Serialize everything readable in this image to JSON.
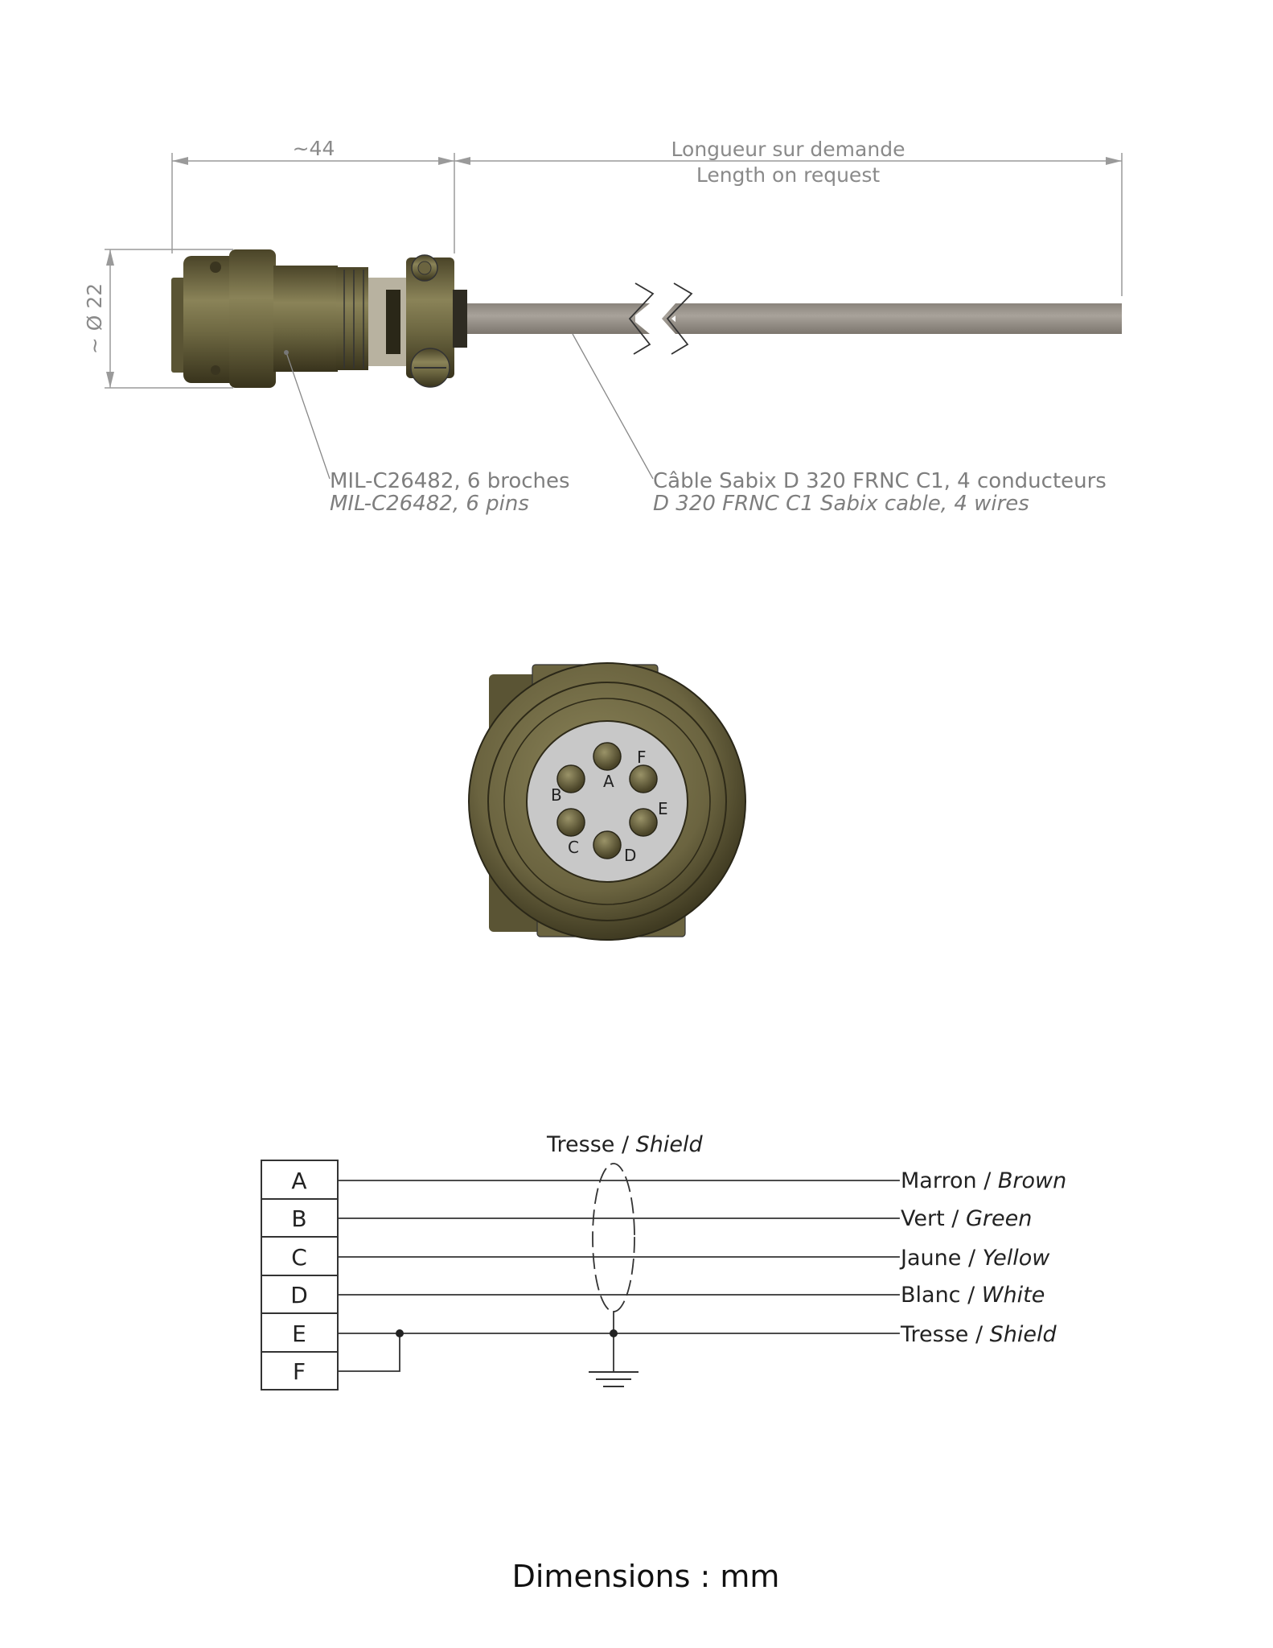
{
  "dimensions": {
    "connector_length": "~44",
    "cable_length_fr": "Longueur sur demande",
    "cable_length_en": "Length on request",
    "diameter": "~ Ø 22"
  },
  "callouts": {
    "connector_fr": "MIL-C26482, 6 broches",
    "connector_en": "MIL-C26482, 6 pins",
    "cable_fr": "Câble Sabix D 320 FRNC C1, 4 conducteurs",
    "cable_en": "D 320 FRNC C1 Sabix cable, 4 wires"
  },
  "connector_face": {
    "pins": [
      "A",
      "B",
      "C",
      "D",
      "E",
      "F"
    ]
  },
  "schematic": {
    "shield_label_fr": "Tresse",
    "shield_label_en": "Shield",
    "pins": [
      "A",
      "B",
      "C",
      "D",
      "E",
      "F"
    ],
    "wires": [
      {
        "pin": "A",
        "fr": "Marron",
        "en": "Brown"
      },
      {
        "pin": "B",
        "fr": "Vert",
        "en": "Green"
      },
      {
        "pin": "C",
        "fr": "Jaune",
        "en": "Yellow"
      },
      {
        "pin": "D",
        "fr": "Blanc",
        "en": "White"
      },
      {
        "pin": "E",
        "fr": "Tresse",
        "en": "Shield"
      }
    ]
  },
  "footer": "Dimensions : mm",
  "colors": {
    "connector": "#6b6440",
    "connector_dark": "#3f3a22",
    "cable": "#9a948c",
    "insert": "#c8c8c8",
    "line": "#333333",
    "dim_line": "#9a9a9a"
  }
}
